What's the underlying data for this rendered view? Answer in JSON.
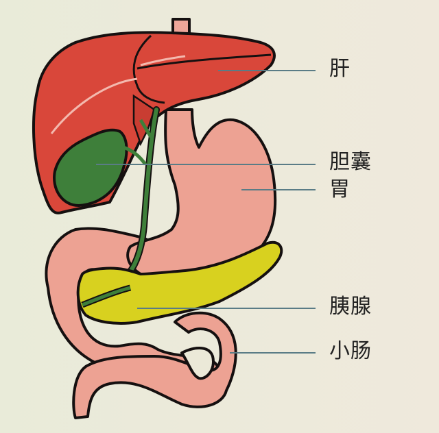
{
  "diagram": {
    "type": "anatomical-illustration",
    "subject": "digestive organs",
    "background_color": "#ecead9",
    "leader_line_color": "#5a7c86",
    "organ_colors": {
      "liver": "#d9473a",
      "gallbladder": "#3e7f3a",
      "stomach": "#eda293",
      "pancreas": "#d8d11f",
      "small_intestine": "#eda293",
      "esophagus": "#eea69a"
    },
    "labels": [
      {
        "id": "liver",
        "text": "肝"
      },
      {
        "id": "gallbladder",
        "text": "胆囊"
      },
      {
        "id": "stomach",
        "text": "胃"
      },
      {
        "id": "pancreas",
        "text": "胰腺"
      },
      {
        "id": "small_intestine",
        "text": "小肠"
      }
    ]
  }
}
